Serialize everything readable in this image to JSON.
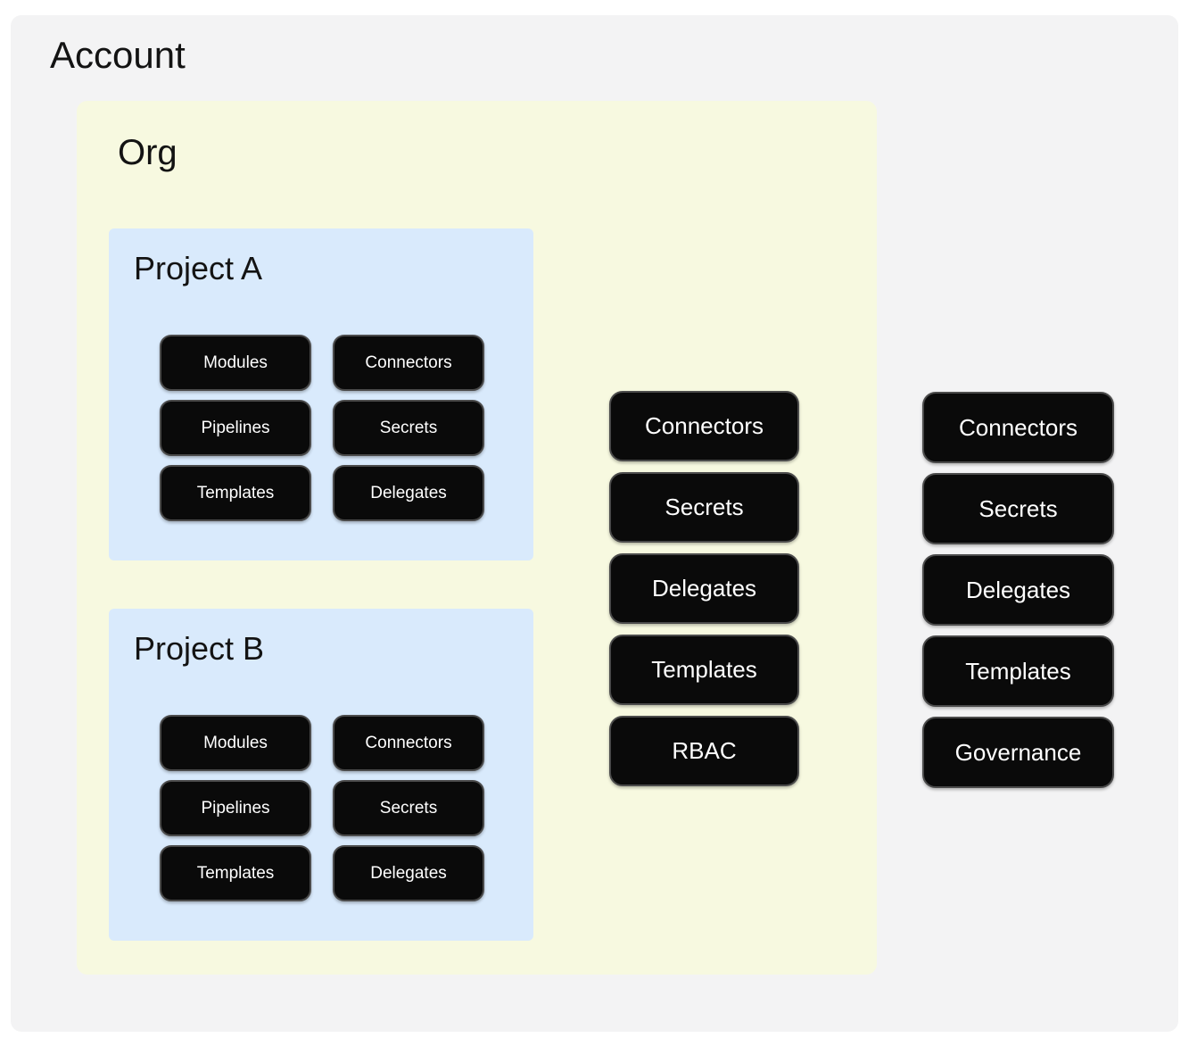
{
  "diagram": {
    "account": {
      "title": "Account",
      "nodes": [
        "Connectors",
        "Secrets",
        "Delegates",
        "Templates",
        "Governance"
      ]
    },
    "org": {
      "title": "Org",
      "nodes": [
        "Connectors",
        "Secrets",
        "Delegates",
        "Templates",
        "RBAC"
      ],
      "projects": [
        {
          "title": "Project A",
          "nodes": [
            "Modules",
            "Connectors",
            "Pipelines",
            "Secrets",
            "Templates",
            "Delegates"
          ]
        },
        {
          "title": "Project B",
          "nodes": [
            "Modules",
            "Connectors",
            "Pipelines",
            "Secrets",
            "Templates",
            "Delegates"
          ]
        }
      ]
    },
    "colors": {
      "page_bg": "#ffffff",
      "account_bg": "#f3f3f4",
      "org_bg": "#f7f9e0",
      "project_bg": "#d9eafc",
      "node_bg": "#0a0a0a",
      "node_border": "#4b4b4b",
      "node_text": "#ffffff",
      "heading_text": "#131313"
    }
  }
}
